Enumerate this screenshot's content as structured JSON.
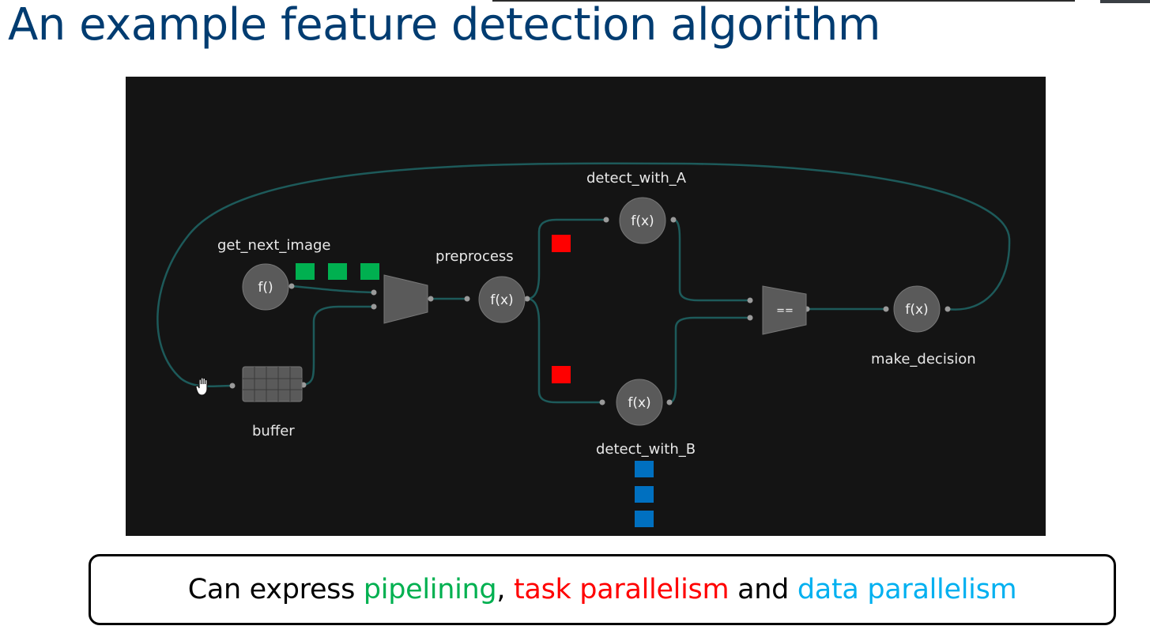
{
  "title": {
    "text": "An example feature detection algorithm",
    "color": "#003c71"
  },
  "diagram": {
    "nodes": {
      "get_next_image": {
        "label": "get_next_image",
        "func": "f()"
      },
      "preprocess": {
        "label": "preprocess",
        "func": "f(x)"
      },
      "detect_with_A": {
        "label": "detect_with_A",
        "func": "f(x)"
      },
      "detect_with_B": {
        "label": "detect_with_B",
        "func": "f(x)"
      },
      "make_decision": {
        "label": "make_decision",
        "func": "f(x)"
      },
      "buffer": {
        "label": "buffer"
      },
      "compare": {
        "symbol": "=="
      }
    },
    "colors": {
      "background": "#141414",
      "edge": "#1d5a5a",
      "node_fill": "#5a5a5a",
      "pipelining": "#00b050",
      "task_parallel": "#ff0000",
      "data_parallel": "#0070c0"
    },
    "icons": {
      "cursor": "hand-cursor-icon"
    }
  },
  "caption": {
    "prefix": "Can express ",
    "pipelining": "pipelining",
    "comma": ", ",
    "task": "task parallelism",
    "and": " and ",
    "data": "data parallelism",
    "colors": {
      "pipelining": "#00b050",
      "task": "#ff0000",
      "data": "#00b0f0"
    }
  }
}
